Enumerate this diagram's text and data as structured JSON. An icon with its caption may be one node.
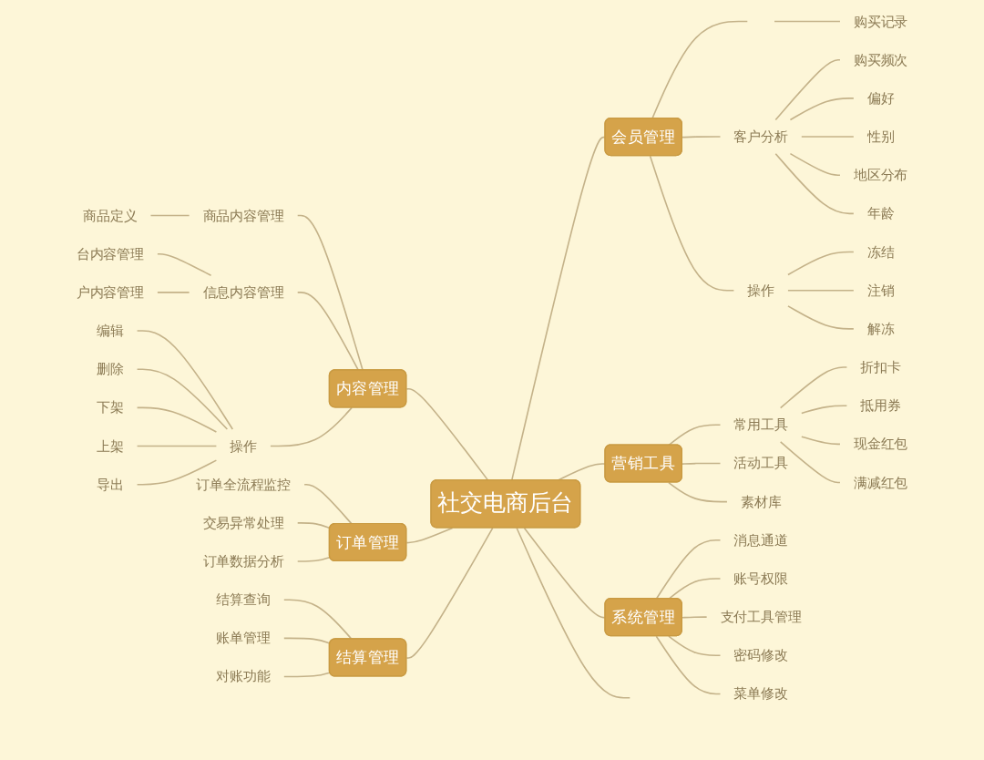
{
  "diagram": {
    "nodes": [
      {
        "text": [
          "社交电商后台"
        ]
      },
      {
        "text": [
          "内容管理"
        ]
      },
      {
        "text": [
          "商品内容管理"
        ]
      },
      {
        "text": [
          "商品定义"
        ]
      },
      {
        "text": [
          "信息内容管理"
        ]
      },
      {
        "text": [
          "台内容管理"
        ]
      },
      {
        "text": [
          "户内容管理"
        ]
      },
      {
        "text": [
          "操作"
        ]
      },
      {
        "text": [
          "编辑"
        ]
      },
      {
        "text": [
          "删除"
        ]
      },
      {
        "text": [
          "下架"
        ]
      },
      {
        "text": [
          "上架"
        ]
      },
      {
        "text": [
          "导出"
        ]
      },
      {
        "text": [
          "订单管理"
        ]
      },
      {
        "text": [
          "订单全流程监控"
        ]
      },
      {
        "text": [
          "交易异常处理"
        ]
      },
      {
        "text": [
          "订单数据分析"
        ]
      },
      {
        "text": [
          "结算管理"
        ]
      },
      {
        "text": [
          "结算查询"
        ]
      },
      {
        "text": [
          "账单管理"
        ]
      },
      {
        "text": [
          "对账功能"
        ]
      },
      {
        "text": [
          "会员管理"
        ]
      },
      {
        "text": [
          "购买记录"
        ]
      },
      {
        "text": [
          "客户分析"
        ]
      },
      {
        "text": [
          "购买频次"
        ]
      },
      {
        "text": [
          "偏好"
        ]
      },
      {
        "text": [
          "性别"
        ]
      },
      {
        "text": [
          "地区分布"
        ]
      },
      {
        "text": [
          "年龄"
        ]
      },
      {
        "text": [
          "操作"
        ]
      },
      {
        "text": [
          "冻结"
        ]
      },
      {
        "text": [
          "注销"
        ]
      },
      {
        "text": [
          "解冻"
        ]
      },
      {
        "text": [
          "营销工具"
        ]
      },
      {
        "text": [
          "常用工具"
        ]
      },
      {
        "text": [
          "折扣卡"
        ]
      },
      {
        "text": [
          "抵用券"
        ]
      },
      {
        "text": [
          "现金红包"
        ]
      },
      {
        "text": [
          "满减红包"
        ]
      },
      {
        "text": [
          "活动工具"
        ]
      },
      {
        "text": [
          "素材库"
        ]
      },
      {
        "text": [
          "系统管理"
        ]
      },
      {
        "text": [
          "消息通道"
        ]
      },
      {
        "text": [
          "账号权限"
        ]
      },
      {
        "text": [
          "支付工具管理"
        ]
      },
      {
        "text": [
          "密码修改"
        ]
      },
      {
        "text": [
          "菜单修改"
        ]
      }
    ],
    "edges": [
      {
        "from": 0,
        "to": 1,
        "arrow": "none"
      },
      {
        "from": 1,
        "to": 2,
        "arrow": "none"
      },
      {
        "from": 2,
        "to": 3,
        "arrow": "none"
      },
      {
        "from": 1,
        "to": 4,
        "arrow": "none"
      },
      {
        "from": 4,
        "to": 5,
        "arrow": "none"
      },
      {
        "from": 4,
        "to": 6,
        "arrow": "none"
      },
      {
        "from": 1,
        "to": 7,
        "arrow": "none"
      },
      {
        "from": 7,
        "to": 8,
        "arrow": "none"
      },
      {
        "from": 7,
        "to": 9,
        "arrow": "none"
      },
      {
        "from": 7,
        "to": 10,
        "arrow": "none"
      },
      {
        "from": 7,
        "to": 11,
        "arrow": "none"
      },
      {
        "from": 7,
        "to": 12,
        "arrow": "none"
      },
      {
        "from": 0,
        "to": 13,
        "arrow": "none"
      },
      {
        "from": 13,
        "to": 14,
        "arrow": "none"
      },
      {
        "from": 13,
        "to": 15,
        "arrow": "none"
      },
      {
        "from": 13,
        "to": 16,
        "arrow": "none"
      },
      {
        "from": 0,
        "to": 17,
        "arrow": "none"
      },
      {
        "from": 17,
        "to": 18,
        "arrow": "none"
      },
      {
        "from": 17,
        "to": 19,
        "arrow": "none"
      },
      {
        "from": 17,
        "to": 20,
        "arrow": "none"
      },
      {
        "from": 0,
        "to": 21,
        "arrow": "none"
      },
      {
        "from": 21,
        "to": null,
        "arrow": "none"
      },
      {
        "from": null,
        "to": 22,
        "arrow": "none"
      },
      {
        "from": 21,
        "to": 23,
        "arrow": "none"
      },
      {
        "from": 23,
        "to": 24,
        "arrow": "none"
      },
      {
        "from": 23,
        "to": 25,
        "arrow": "none"
      },
      {
        "from": 23,
        "to": 26,
        "arrow": "none"
      },
      {
        "from": 23,
        "to": 27,
        "arrow": "none"
      },
      {
        "from": 23,
        "to": 28,
        "arrow": "none"
      },
      {
        "from": 21,
        "to": 29,
        "arrow": "none"
      },
      {
        "from": 29,
        "to": 30,
        "arrow": "none"
      },
      {
        "from": 29,
        "to": 31,
        "arrow": "none"
      },
      {
        "from": 29,
        "to": 32,
        "arrow": "none"
      },
      {
        "from": 0,
        "to": 33,
        "arrow": "none"
      },
      {
        "from": 33,
        "to": 34,
        "arrow": "none"
      },
      {
        "from": 34,
        "to": 35,
        "arrow": "none"
      },
      {
        "from": 34,
        "to": 36,
        "arrow": "none"
      },
      {
        "from": 34,
        "to": 37,
        "arrow": "none"
      },
      {
        "from": 34,
        "to": 38,
        "arrow": "none"
      },
      {
        "from": 33,
        "to": 39,
        "arrow": "none"
      },
      {
        "from": 33,
        "to": 40,
        "arrow": "none"
      },
      {
        "from": 0,
        "to": 41,
        "arrow": "none"
      },
      {
        "from": 41,
        "to": 42,
        "arrow": "none"
      },
      {
        "from": 41,
        "to": 43,
        "arrow": "none"
      },
      {
        "from": 41,
        "to": 44,
        "arrow": "none"
      },
      {
        "from": 41,
        "to": 45,
        "arrow": "none"
      },
      {
        "from": 41,
        "to": 46,
        "arrow": "none"
      },
      {
        "from": 0,
        "to": null,
        "arrow": "none"
      }
    ]
  }
}
